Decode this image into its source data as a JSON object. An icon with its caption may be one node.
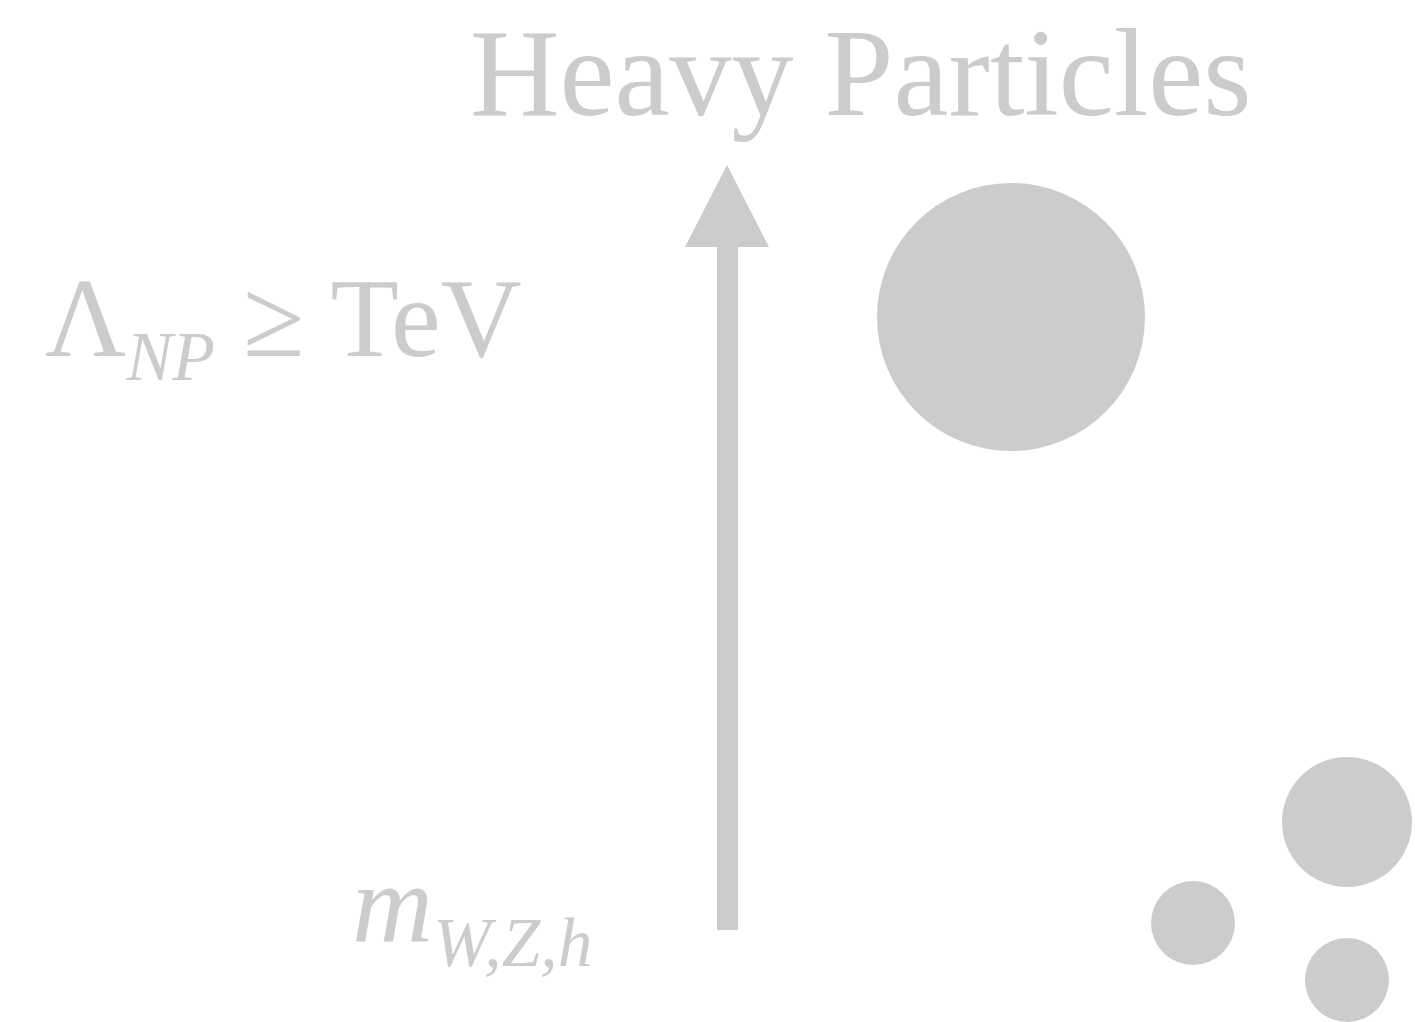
{
  "diagram": {
    "nodes": [
      {
        "text": [],
        "shape": "circle"
      },
      {
        "text": [],
        "shape": "circle"
      },
      {
        "text": [],
        "shape": "circle"
      },
      {
        "text": [],
        "shape": "circle"
      }
    ],
    "labels": [
      "Heavy Particles",
      "Λ$_{NP}$ ≥ TeV",
      "*m*$_{W,Z,h}$"
    ]
  }
}
